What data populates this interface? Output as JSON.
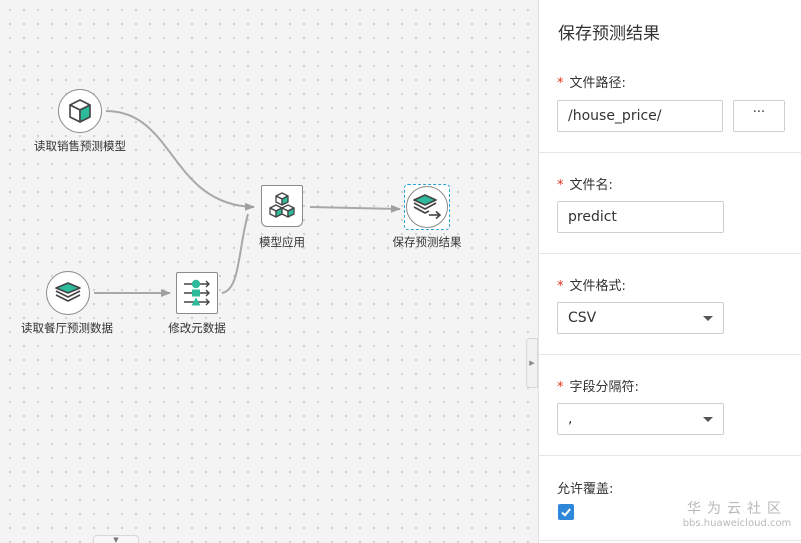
{
  "canvas": {
    "nodes": [
      {
        "id": "read-sales-model",
        "label": "读取销售预测模型",
        "icon": "cube-icon"
      },
      {
        "id": "read-restaurant-data",
        "label": "读取餐厅预测数据",
        "icon": "layers-icon"
      },
      {
        "id": "modify-metadata",
        "label": "修改元数据",
        "icon": "metadata-shapes-icon"
      },
      {
        "id": "model-apply",
        "label": "模型应用",
        "icon": "cubes-icon"
      },
      {
        "id": "save-prediction",
        "label": "保存预测结果",
        "icon": "layers-export-icon"
      }
    ]
  },
  "panel": {
    "title": "保存预测结果",
    "file_path": {
      "label": "文件路径:",
      "value": "/house_price/",
      "browse_label": "···"
    },
    "file_name": {
      "label": "文件名:",
      "value": "predict"
    },
    "file_format": {
      "label": "文件格式:",
      "value": "CSV"
    },
    "delimiter": {
      "label": "字段分隔符:",
      "value": ","
    },
    "overwrite": {
      "label": "允许覆盖:",
      "checked": true
    },
    "required_mark": "*"
  },
  "watermark": {
    "title": "华为云社区",
    "subtitle": "bbs.huaweicloud.com"
  },
  "colors": {
    "accent_teal": "#2dbb9b",
    "checkbox_blue": "#2f87d9",
    "selection_dash": "#2aa3d8",
    "required_red": "#e0301e"
  }
}
